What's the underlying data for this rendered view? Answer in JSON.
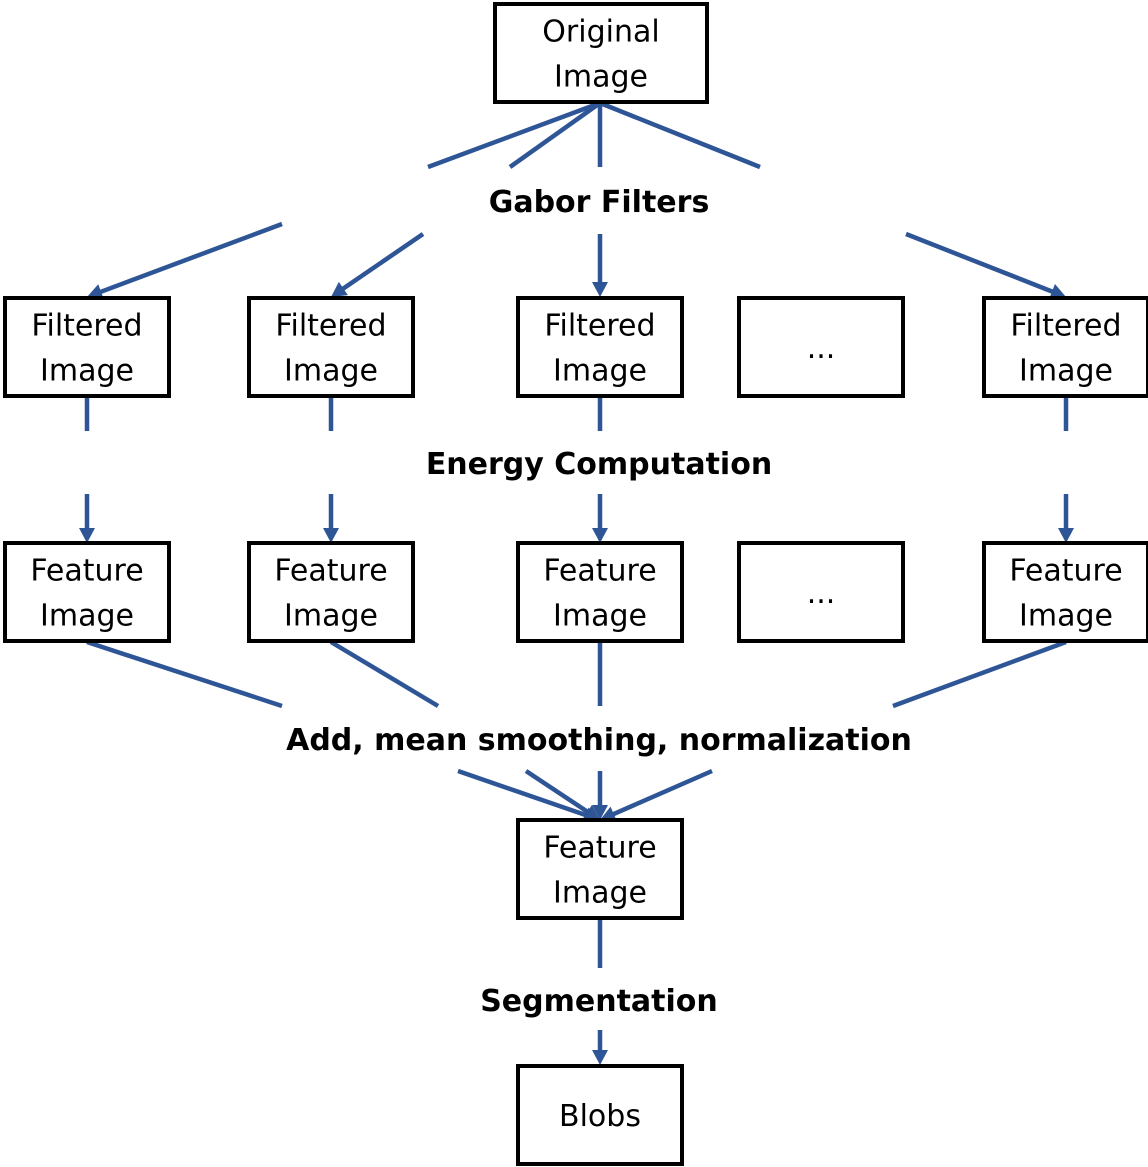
{
  "colors": {
    "connector": "#2e5596",
    "box_border": "#000000",
    "background": "#ffffff",
    "text": "#000000"
  },
  "nodes": {
    "original": [
      "Original",
      "Image"
    ],
    "filtered": [
      [
        "Filtered",
        "Image"
      ],
      [
        "Filtered",
        "Image"
      ],
      [
        "Filtered",
        "Image"
      ],
      [
        "..."
      ],
      [
        "Filtered",
        "Image"
      ]
    ],
    "feature": [
      [
        "Feature",
        "Image"
      ],
      [
        "Feature",
        "Image"
      ],
      [
        "Feature",
        "Image"
      ],
      [
        "..."
      ],
      [
        "Feature",
        "Image"
      ]
    ],
    "combined": [
      "Feature",
      "Image"
    ],
    "blobs": [
      "Blobs"
    ]
  },
  "stages": {
    "gabor": "Gabor Filters",
    "energy": "Energy Computation",
    "combine": "Add, mean smoothing, normalization",
    "segmentation": "Segmentation"
  }
}
